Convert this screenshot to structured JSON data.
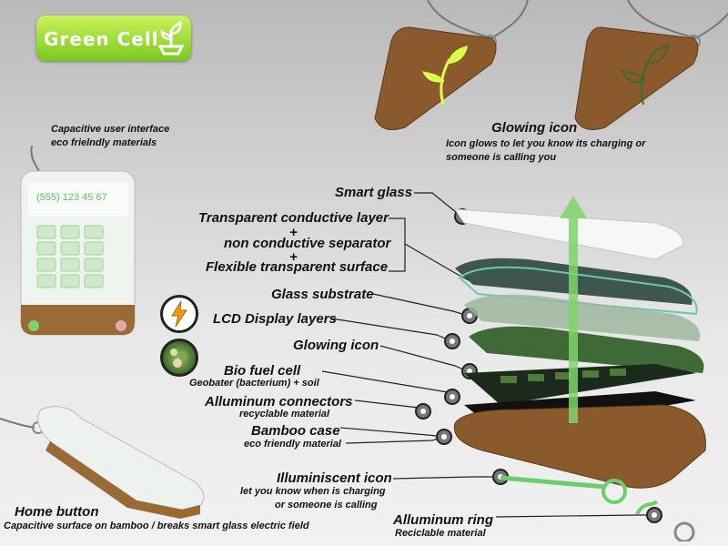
{
  "logo": {
    "text": "Green Cell"
  },
  "top_left": {
    "line1": "Capacitive user interface",
    "line2": "eco frielndly materials"
  },
  "glowing_top": {
    "title": "Glowing icon",
    "line1": "Icon glows to let you know its charging or",
    "line2": "someone is calling you"
  },
  "phone_screen": {
    "number": "(555) 123 45 67"
  },
  "layers": {
    "smart_glass": "Smart glass",
    "conductive": "Transparent conductive layer",
    "plus1": "+",
    "separator": "non conductive separator",
    "plus2": "+",
    "flexible": "Flexible transparent surface",
    "glass_substrate": "Glass substrate",
    "lcd": "LCD Display layers",
    "glowing_icon": "Glowing icon",
    "biofuel": {
      "title": "Bio fuel cell",
      "sub": "Geobater (bacterium) + soil"
    },
    "connectors": {
      "title": "Alluminum connectors",
      "sub": "recyclable material"
    },
    "bamboo": {
      "title": "Bamboo case",
      "sub": "eco friendly material"
    },
    "illuminiscent": {
      "title": "Illuminiscent icon",
      "sub1": "let you know when is charging",
      "sub2": "or someone is calling"
    },
    "ring": {
      "title": "Alluminum ring",
      "sub": "Reciclable material"
    }
  },
  "home_button": {
    "title": "Home button",
    "sub": "Capacitive surface on bamboo / breaks  smart glass electric field"
  },
  "colors": {
    "brand_green": "#8bd42a",
    "glow_green": "#6fd36a",
    "bamboo": "#8a5a2c",
    "layer_dark": "#3c5a4e"
  }
}
